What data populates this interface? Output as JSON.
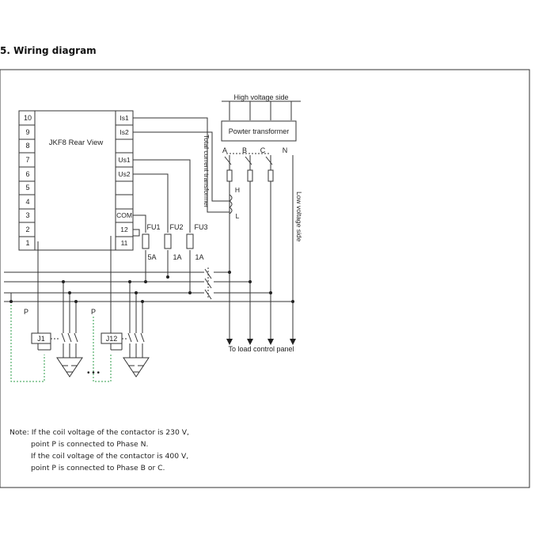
{
  "section_heading": "5. Wiring diagram",
  "diagram": {
    "terminal_numbers": [
      "10",
      "9",
      "8",
      "7",
      "6",
      "5",
      "4",
      "3",
      "2",
      "1"
    ],
    "right_terminals": [
      "Is1",
      "Is2",
      "",
      "Us1",
      "Us2",
      "",
      "",
      "COM",
      "12",
      "11"
    ],
    "rear_view_label": "JKF8 Rear View",
    "high_voltage_label": "High voltage side",
    "transformer_label": "Powter transformer",
    "phases": [
      "A",
      "B",
      "C",
      "N"
    ],
    "current_transformer_label": "Total current transformer",
    "ct_terminals": [
      "H",
      "L"
    ],
    "low_voltage_label": "Low voltage side",
    "fuses": [
      {
        "name": "FU1",
        "rating": "5A"
      },
      {
        "name": "FU2",
        "rating": "1A"
      },
      {
        "name": "FU3",
        "rating": "1A"
      }
    ],
    "contactors": [
      "J1",
      "J12"
    ],
    "p_labels": [
      "P",
      "P"
    ],
    "ellipsis": "• • •",
    "load_label": "To load control panel"
  },
  "note": {
    "lines": [
      "Note: If the coil voltage of the contactor is 230 V,",
      "point P is connected to Phase N.",
      "If the coil voltage of the contactor is 400 V,",
      "point P is connected to Phase B or C."
    ]
  }
}
